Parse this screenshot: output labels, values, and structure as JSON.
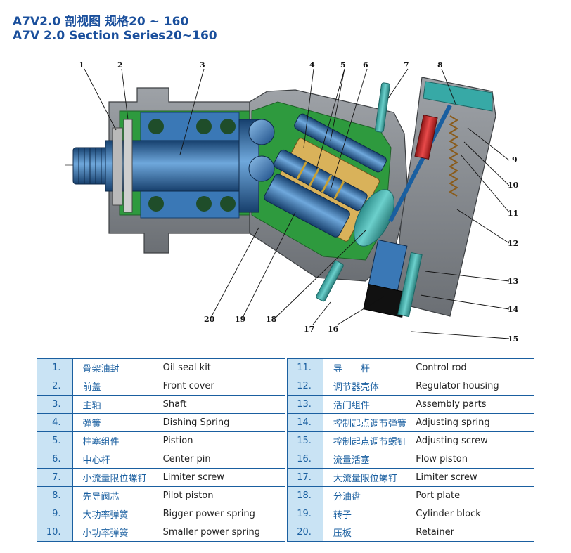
{
  "header": {
    "line1": "A7V2.0   剖视图   规格20 ~ 160",
    "line2": "A7V 2.0   Section Series20~160"
  },
  "callouts": [
    "1",
    "2",
    "3",
    "4",
    "5",
    "6",
    "7",
    "8",
    "9",
    "10",
    "11",
    "12",
    "13",
    "14",
    "15",
    "16",
    "17",
    "18",
    "19",
    "20"
  ],
  "colors": {
    "housing": "#7d8186",
    "green": "#2e9a3e",
    "blue": "#3a78b6",
    "red": "#d42a2a",
    "teal": "#37a9a6",
    "legend_accent": "#1a5fa0",
    "legend_bg": "#c9e3f4"
  },
  "parts": [
    {
      "no": "1.",
      "cn": "骨架油封",
      "en": "Oil seal kit"
    },
    {
      "no": "2.",
      "cn": "前盖",
      "en": "Front cover"
    },
    {
      "no": "3.",
      "cn": "主轴",
      "en": "Shaft"
    },
    {
      "no": "4.",
      "cn": "弹簧",
      "en": "Dishing Spring"
    },
    {
      "no": "5.",
      "cn": "柱塞组件",
      "en": "Pistion"
    },
    {
      "no": "6.",
      "cn": "中心杆",
      "en": "Center pin"
    },
    {
      "no": "7.",
      "cn": "小流量限位螺钉",
      "en": "Limiter screw"
    },
    {
      "no": "8.",
      "cn": "先导阀芯",
      "en": "Pilot piston"
    },
    {
      "no": "9.",
      "cn": "大功率弹簧",
      "en": "Bigger power spring"
    },
    {
      "no": "10.",
      "cn": "小功率弹簧",
      "en": "Smaller power spring"
    },
    {
      "no": "11.",
      "cn": "导　　杆",
      "en": "Control rod"
    },
    {
      "no": "12.",
      "cn": "调节器壳体",
      "en": "Regulator housing"
    },
    {
      "no": "13.",
      "cn": "活门组件",
      "en": "Assembly parts"
    },
    {
      "no": "14.",
      "cn": "控制起点调节弹簧",
      "en": "Adjusting spring"
    },
    {
      "no": "15.",
      "cn": "控制起点调节螺钉",
      "en": "Adjusting screw"
    },
    {
      "no": "16.",
      "cn": "流量活塞",
      "en": "Flow piston"
    },
    {
      "no": "17.",
      "cn": "大流量限位螺钉",
      "en": "Limiter screw"
    },
    {
      "no": "18.",
      "cn": "分油盘",
      "en": "Port plate"
    },
    {
      "no": "19.",
      "cn": "转子",
      "en": "Cylinder block"
    },
    {
      "no": "20.",
      "cn": "压板",
      "en": "Retainer"
    }
  ]
}
